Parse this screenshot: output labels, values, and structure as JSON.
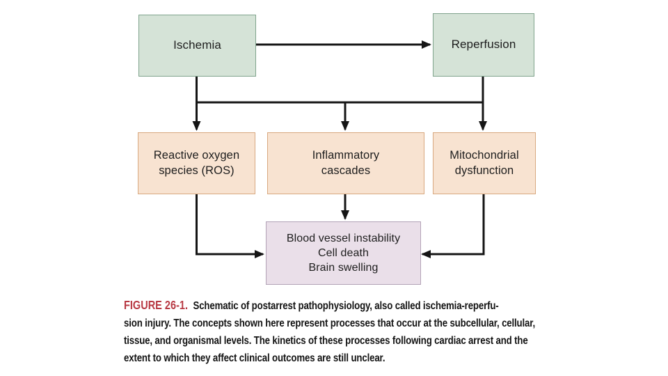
{
  "figure": {
    "title": "Postarrest pathophysiology schematic",
    "nodes": {
      "ischemia": {
        "label": "Ischemia"
      },
      "reperfusion": {
        "label": "Reperfusion"
      },
      "ros": {
        "line1": "Reactive oxygen",
        "line2": "species (ROS)"
      },
      "inflammatory": {
        "line1": "Inflammatory",
        "line2": "cascades"
      },
      "mitochondrial": {
        "line1": "Mitochondrial",
        "line2": "dysfunction"
      },
      "outcomes": {
        "line1": "Blood vessel instability",
        "line2": "Cell death",
        "line3": "Brain swelling"
      }
    },
    "edges": [
      {
        "from": "ischemia",
        "to": "reperfusion"
      },
      {
        "from": "ischemia",
        "to": "ros"
      },
      {
        "from": "ischemia",
        "to": "inflammatory"
      },
      {
        "from": "ischemia",
        "to": "mitochondrial"
      },
      {
        "from": "reperfusion",
        "to": "ros"
      },
      {
        "from": "reperfusion",
        "to": "inflammatory"
      },
      {
        "from": "reperfusion",
        "to": "mitochondrial"
      },
      {
        "from": "ros",
        "to": "outcomes"
      },
      {
        "from": "inflammatory",
        "to": "outcomes"
      },
      {
        "from": "mitochondrial",
        "to": "outcomes"
      }
    ],
    "colors": {
      "green_fill": "#d5e3d7",
      "green_border": "#7fa38c",
      "peach_fill": "#f8e3d1",
      "peach_border": "#d8a87f",
      "purple_fill": "#eadfe9",
      "purple_border": "#b2a2b6",
      "line_color": "#151515",
      "caption_label_red": "#b83a44"
    },
    "caption": {
      "label": "FIGURE 26-1.",
      "line1": "Schematic of postarrest pathophysiology, also called ischemia-reperfu-",
      "line2": "sion injury. The concepts shown here represent processes that occur at the subcellular, cellular,",
      "line3": "tissue, and organismal levels. The kinetics of these processes following cardiac arrest and the",
      "line4": "extent to which they affect clinical outcomes are still unclear."
    }
  }
}
